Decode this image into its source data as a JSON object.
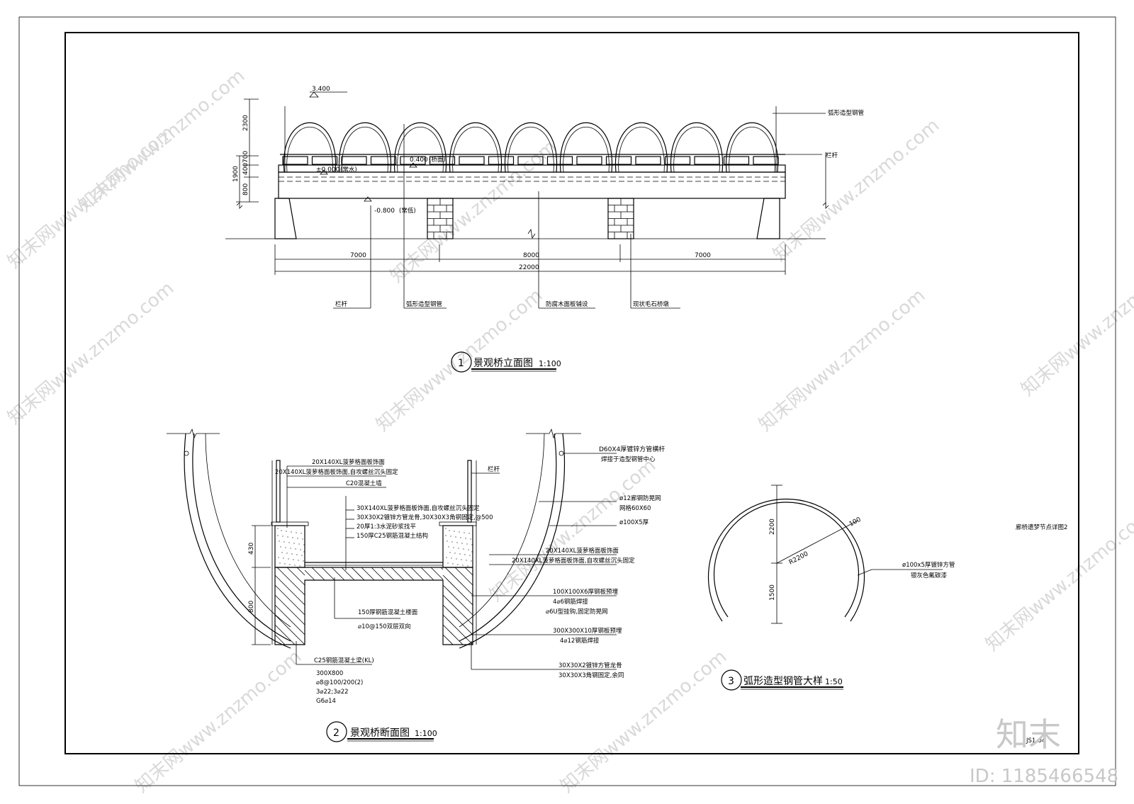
{
  "elevation": {
    "title_num": "1",
    "title": "景观桥立面图",
    "scale": "1:100",
    "levels": {
      "top": "3.400",
      "deck": "0.400",
      "deck_note": "(桥面)",
      "zero": "±0.000",
      "zero_note": "(常水)",
      "bottom": "-0.800",
      "bottom_note": "(常低)"
    },
    "vdims": [
      "2300",
      "700",
      "400",
      "800",
      "1900"
    ],
    "hdims": {
      "left": "7000",
      "mid": "8000",
      "right": "7000",
      "total": "22000"
    },
    "right_labels": [
      "弧形造型钢管",
      "栏杆"
    ],
    "bottom_labels": [
      "栏杆",
      "弧形造型钢管",
      "防腐木面板铺设",
      "现状毛石桥墩"
    ]
  },
  "section": {
    "title_num": "2",
    "title": "景观桥断面图",
    "scale": "1:100",
    "left_notes": [
      "20X140XL菠萝格面板饰面",
      "20X140XL菠萝格面板饰面,自攻螺丝沉头固定",
      "C20混凝土墙"
    ],
    "center_notes": [
      "30X140XL菠萝格面板饰面,自攻螺丝沉头固定",
      "30X30X2镀锌方管龙骨,30X30X3角钢固定,@500",
      "20厚1:3水泥砂浆找平",
      "150厚C25钢筋混凝土结构"
    ],
    "rail_label": "栏杆",
    "right_notes": [
      "D60X4厚镀锌方管横杆",
      "焊接于造型钢管中心",
      "ø12廊钢防晃网",
      "网格60X60",
      "ø100X5厚",
      "20X140XL菠萝格面板饰面",
      "20X140XL菠萝格面板饰面,自攻螺丝沉头固定",
      "100X100X6厚钢板预埋",
      "4⌀6钢筋焊接",
      "⌀6U型挂钩,固定防晃网",
      "300X300X10厚钢板预埋",
      "4⌀12钢筋焊接",
      "30X30X2镀锌方管龙骨",
      "30X30X3角钢固定,余同"
    ],
    "slab_notes": [
      "150厚钢筋混凝土楼面",
      "⌀10@150双层双向"
    ],
    "beam_notes": [
      "C25钢筋混凝土梁(KL)",
      "300X800",
      "⌀8@100/200(2)",
      "3⌀22;3⌀22",
      "G6⌀14"
    ],
    "vdims": [
      "430",
      "800"
    ]
  },
  "arc_detail": {
    "title_num": "3",
    "title": "弧形造型钢管大样",
    "scale": "1:50",
    "radius": "R2200",
    "thickness": "100",
    "vdims": [
      "2200",
      "1500"
    ],
    "notes": [
      "ø100x5厚镀锌方管",
      "银灰色氟碳漆"
    ]
  },
  "sheet_note": "廊桥遗梦节点详图2",
  "stamp": "JS1-04",
  "watermark": {
    "brand": "知末",
    "id": "ID: 1185466548",
    "repeat": "知末网www.znzmo.com"
  }
}
